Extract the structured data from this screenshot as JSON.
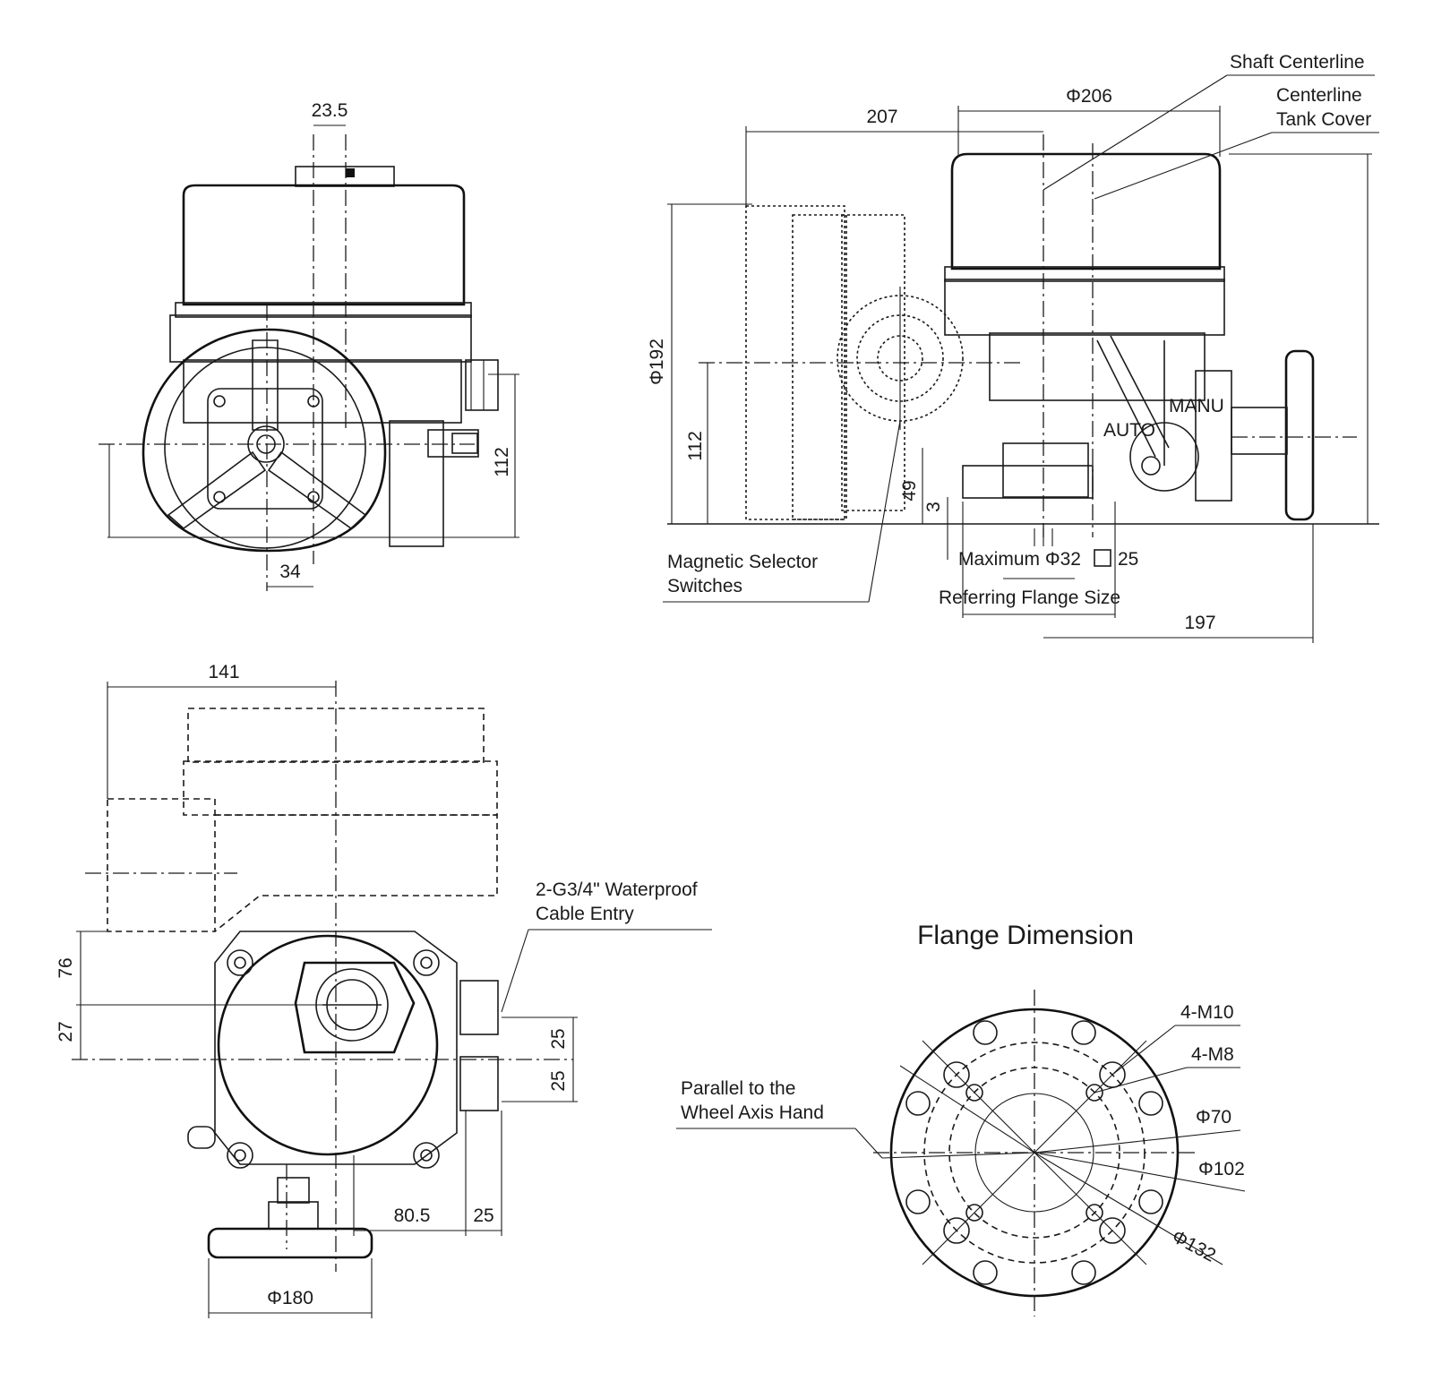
{
  "front_view": {
    "dims": {
      "top_offset": "23.5",
      "height": "112",
      "bottom_offset": "34"
    }
  },
  "side_view": {
    "dims": {
      "top_diameter": "Φ206",
      "width": "207",
      "overall_diameter": "Φ192",
      "height": "112",
      "dim_49": "49",
      "dim_3": "3",
      "depth": "197",
      "flange_max": "Maximum Φ32",
      "flange_square": "25"
    },
    "labels": {
      "shaft_centerline": "Shaft Centerline",
      "centerline_tank_1": "Centerline",
      "centerline_tank_2": "Tank Cover",
      "manu": "MANU",
      "auto": "AUTO",
      "magnetic_1": "Magnetic Selector",
      "magnetic_2": "Switches",
      "referring": "Referring Flange Size"
    }
  },
  "top_view": {
    "dims": {
      "width": "141",
      "d76": "76",
      "d27": "27",
      "d25a": "25",
      "d25b": "25",
      "d80_5": "80.5",
      "d25c": "25",
      "wheel": "Φ180"
    },
    "labels": {
      "cable_1": "2-G3/4\" Waterproof",
      "cable_2": "Cable Entry"
    }
  },
  "flange": {
    "title": "Flange Dimension",
    "labels": {
      "m10": "4-M10",
      "m8": "4-M8",
      "d70": "Φ70",
      "d102": "Φ102",
      "d132": "Φ132",
      "parallel_1": "Parallel to the",
      "parallel_2": "Wheel Axis Hand"
    }
  }
}
